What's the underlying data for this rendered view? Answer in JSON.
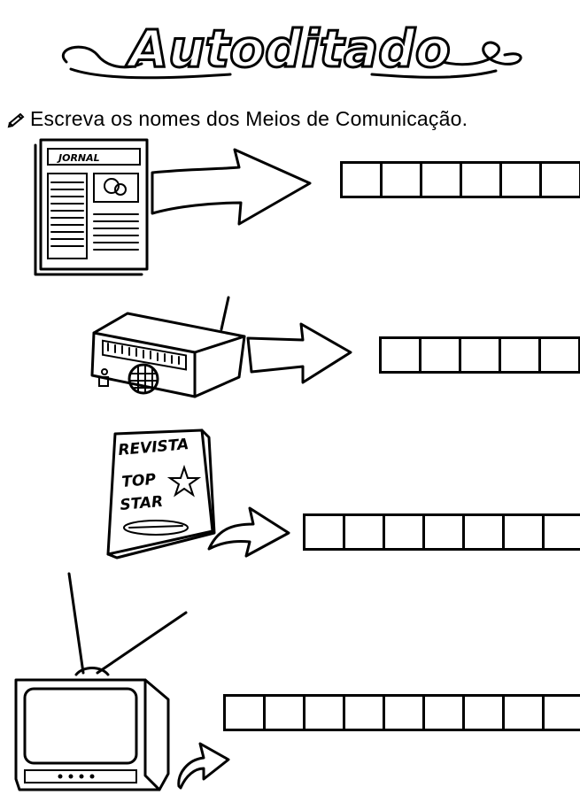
{
  "title": "Autoditado",
  "instruction": "Escreva os nomes dos Meios de Comunicação.",
  "icons": {
    "pencil": "pencil-icon",
    "newspaper": "newspaper-icon",
    "radio": "radio-icon",
    "magazine": "magazine-icon",
    "television": "television-icon",
    "arrow": "arrow-icon"
  },
  "items": [
    {
      "name": "newspaper",
      "label": "JORNAL",
      "letter_count": 6
    },
    {
      "name": "radio",
      "label": "",
      "letter_count": 5
    },
    {
      "name": "magazine",
      "label": "REVISTA",
      "cover_lines": [
        "TOP",
        "STAR"
      ],
      "letter_count": 7
    },
    {
      "name": "television",
      "label": "",
      "letter_count": 9
    }
  ]
}
